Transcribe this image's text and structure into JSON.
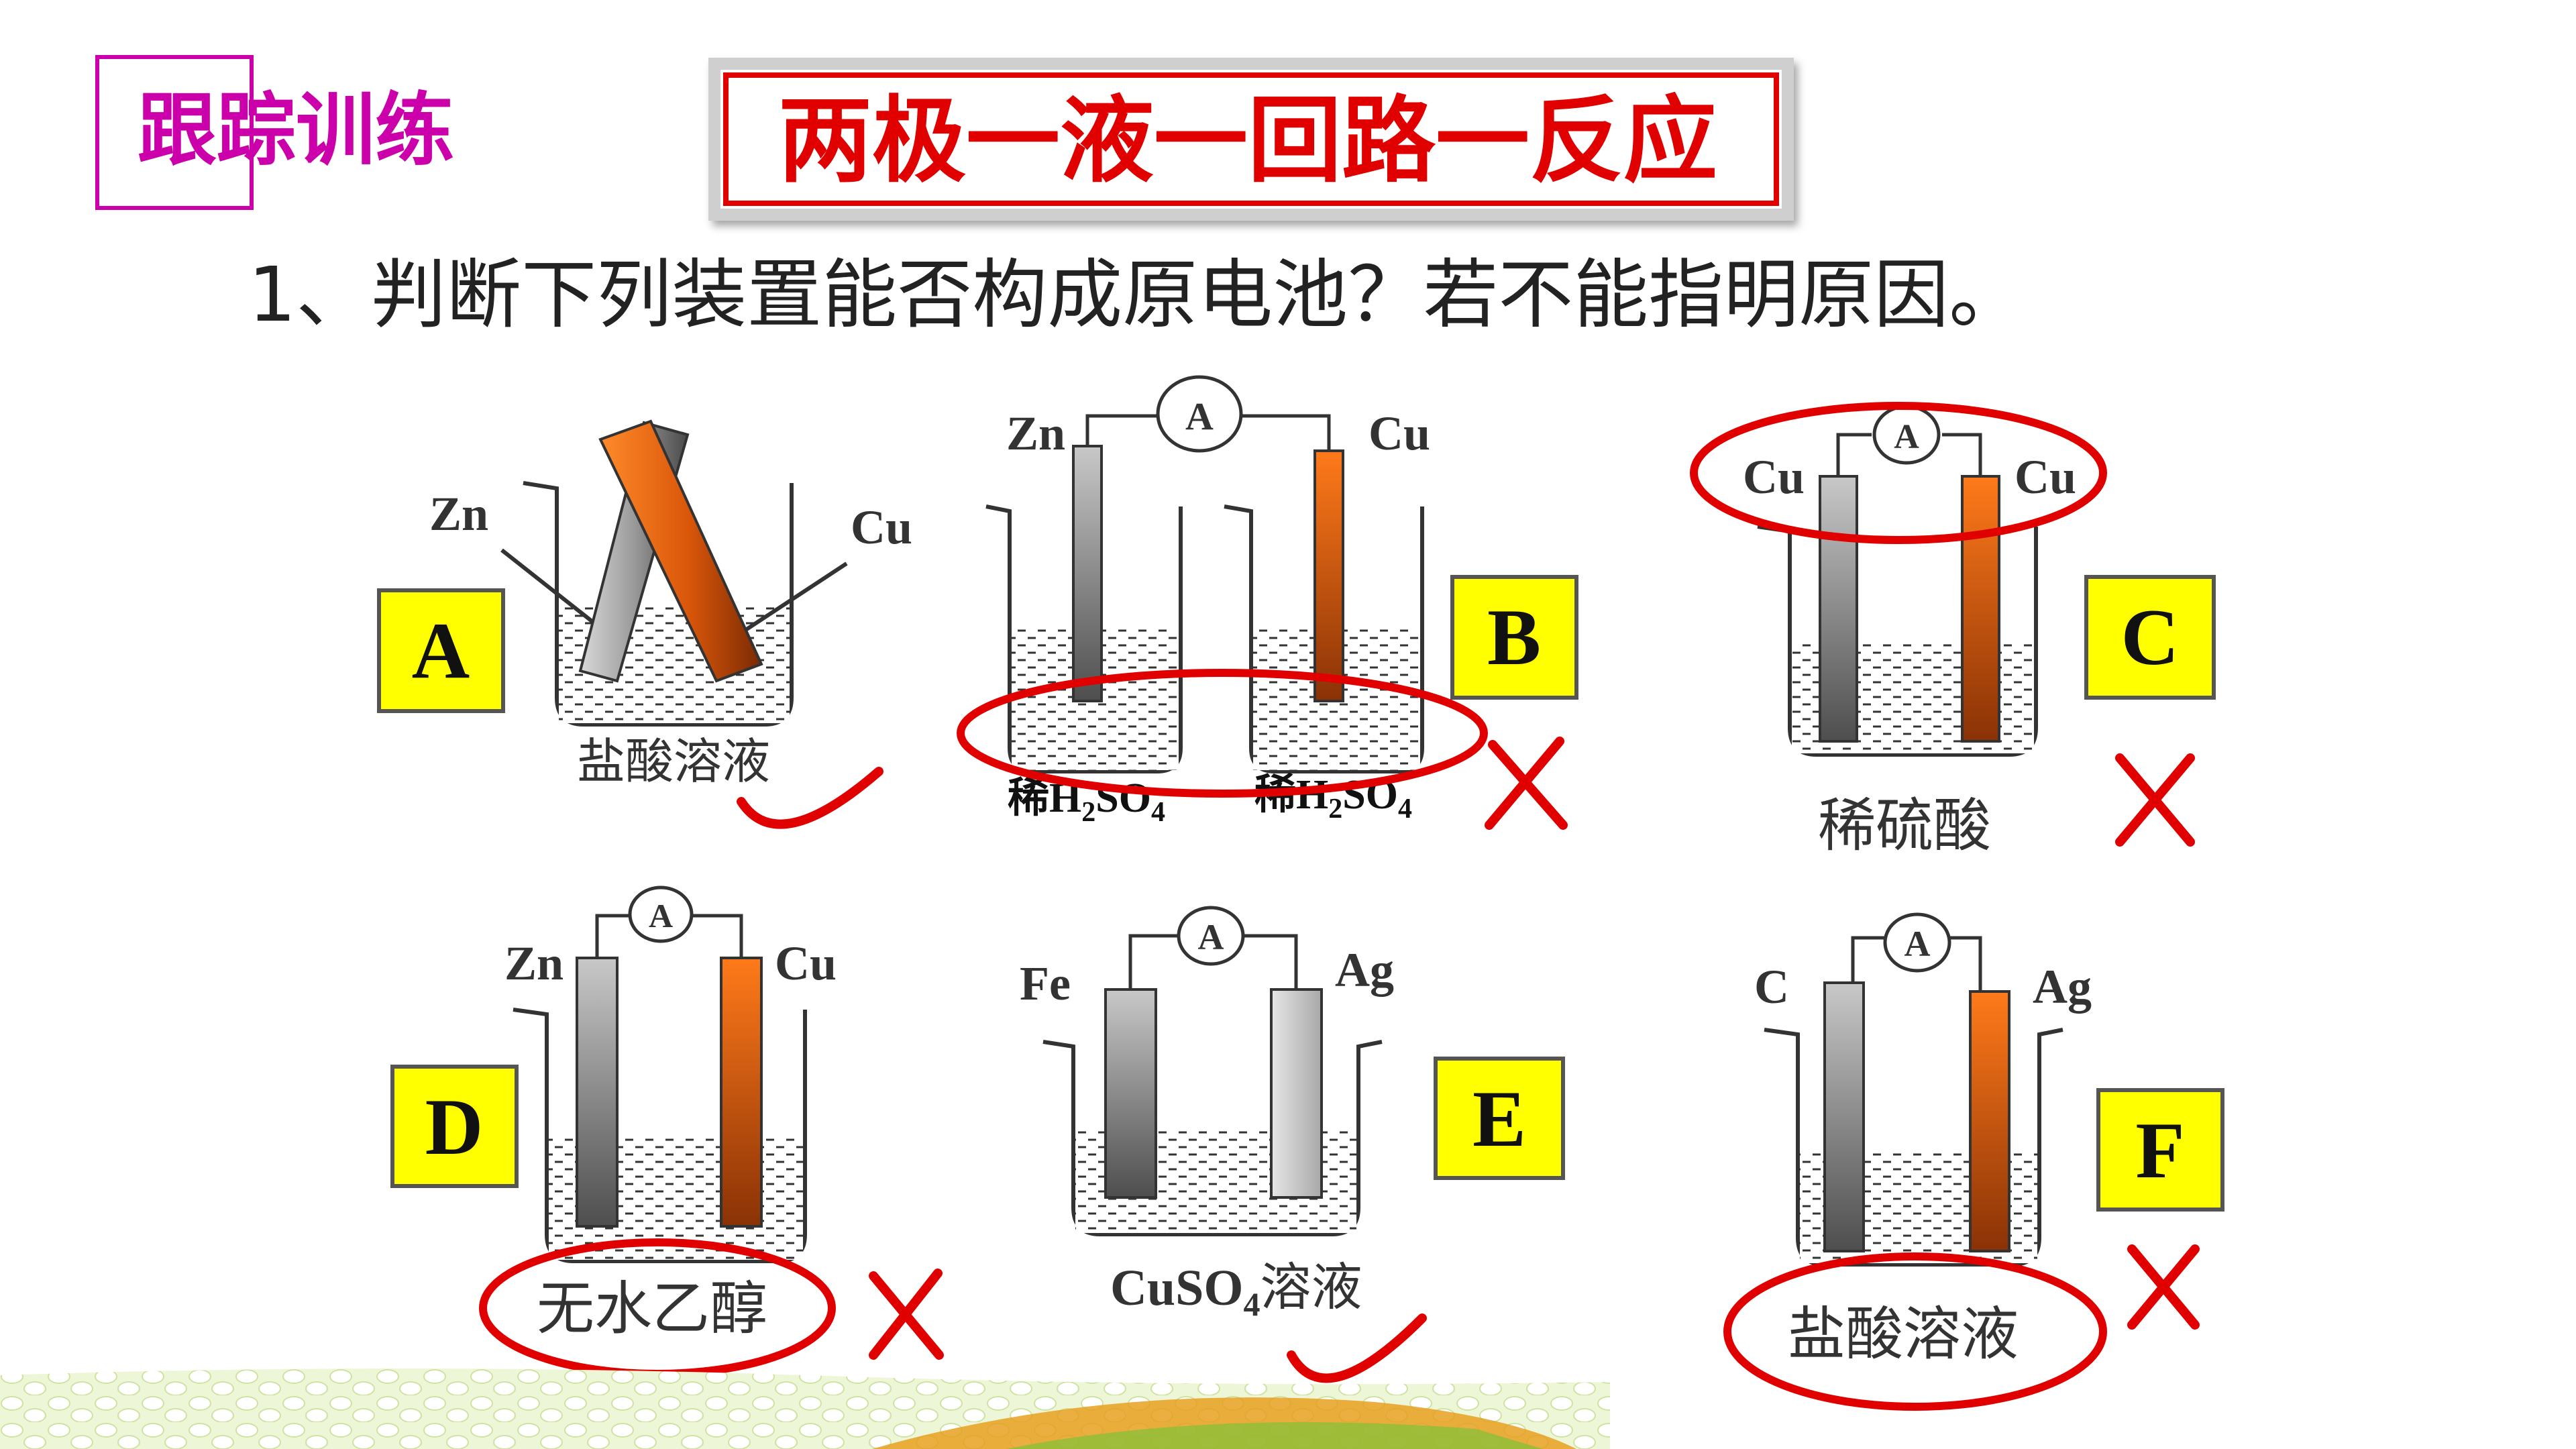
{
  "header": {
    "badge_label": "跟踪训练",
    "title_label": "两极一液一回路一反应"
  },
  "question": {
    "text": "1、判断下列装置能否构成原电池？若不能指明原因。"
  },
  "meter_symbol": "A",
  "devices": {
    "A": {
      "letter": "A",
      "left_electrode": "Zn",
      "right_electrode": "Cu",
      "solution": "盐酸溶液",
      "verdict": "check"
    },
    "B": {
      "letter": "B",
      "left_electrode": "Zn",
      "right_electrode": "Cu",
      "left_solution_prefix": "稀H",
      "left_solution_sub": "2",
      "left_solution_mid": "SO",
      "left_solution_sub2": "4",
      "right_solution_prefix": "稀H",
      "right_solution_sub": "2",
      "right_solution_mid": "SO",
      "right_solution_sub2": "4",
      "verdict": "cross"
    },
    "C": {
      "letter": "C",
      "left_electrode": "Cu",
      "right_electrode": "Cu",
      "solution": "稀硫酸",
      "verdict": "cross"
    },
    "D": {
      "letter": "D",
      "left_electrode": "Zn",
      "right_electrode": "Cu",
      "solution": "无水乙醇",
      "verdict": "cross"
    },
    "E": {
      "letter": "E",
      "left_electrode": "Fe",
      "right_electrode": "Ag",
      "solution_prefix": "CuSO",
      "solution_sub": "4",
      "solution_suffix": "溶液",
      "verdict": "check"
    },
    "F": {
      "letter": "F",
      "left_electrode": "C",
      "right_electrode": "Ag",
      "solution": "盐酸溶液",
      "verdict": "cross"
    }
  },
  "colors": {
    "badge_text": "#cc00aa",
    "badge_border": "#cc00aa",
    "title_text": "#e00000",
    "title_border": "#e00000",
    "question_text": "#222222",
    "label_box_fill": "#ffff00",
    "annotation_red": "#e00000",
    "copper": "#e8600a",
    "zinc": "#7a7a7a",
    "silver": "#bdbdbd"
  }
}
